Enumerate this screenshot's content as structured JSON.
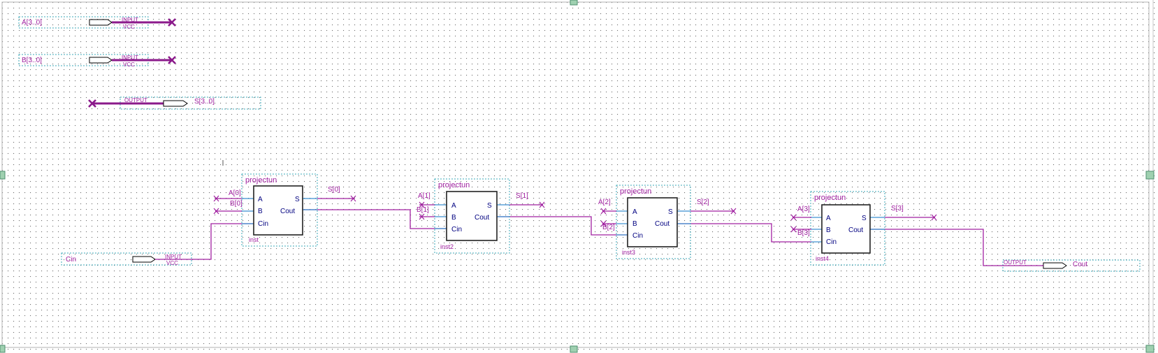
{
  "pins": {
    "a": {
      "name": "A[3..0]",
      "type": "INPUT",
      "vcc": "VCC"
    },
    "b": {
      "name": "B[3..0]",
      "type": "INPUT",
      "vcc": "VCC"
    },
    "s": {
      "name": "S[3..0]",
      "type": "OUTPUT"
    },
    "cin": {
      "name": "Cin",
      "type": "INPUT",
      "vcc": "VCC"
    },
    "cout": {
      "name": "Cout",
      "type": "OUTPUT"
    }
  },
  "blocks": [
    {
      "title": "projectun",
      "inst": "inst",
      "port_a": "A",
      "port_b": "B",
      "port_cin": "Cin",
      "port_s": "S",
      "port_cout": "Cout",
      "in_a": "A[0]",
      "in_b": "B[0]",
      "out_s": "S[0]"
    },
    {
      "title": "projectun",
      "inst": "inst2",
      "port_a": "A",
      "port_b": "B",
      "port_cin": "Cin",
      "port_s": "S",
      "port_cout": "Cout",
      "in_a": "A[1]",
      "in_b": "B[1]",
      "out_s": "S[1]"
    },
    {
      "title": "projectun",
      "inst": "inst3",
      "port_a": "A",
      "port_b": "B",
      "port_cin": "Cin",
      "port_s": "S",
      "port_cout": "Cout",
      "in_a": "A[2]",
      "in_b": "B[2]",
      "out_s": "S[2]"
    },
    {
      "title": "projectun",
      "inst": "inst4",
      "port_a": "A",
      "port_b": "B",
      "port_cin": "Cin",
      "port_s": "S",
      "port_cout": "Cout",
      "in_a": "A[3]",
      "in_b": "B[3]",
      "out_s": "S[3]"
    }
  ],
  "colors": {
    "wire": "#a020a0",
    "port_text": "#000080",
    "frame": "#3ba8b8"
  }
}
